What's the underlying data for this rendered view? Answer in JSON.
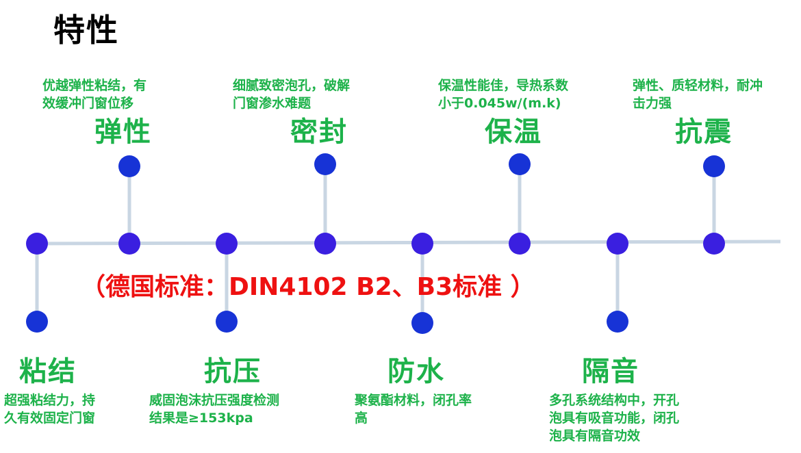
{
  "title": "特性",
  "standard": "（德国标准：DIN4102 B2、B3标准 ）",
  "top_features": [
    {
      "name": "弹性",
      "desc": [
        "优越弹性粘结，有",
        "效缓冲门窗位移"
      ]
    },
    {
      "name": "密封",
      "desc": [
        "细腻致密泡孔，破解",
        "门窗渗水难题"
      ]
    },
    {
      "name": "保温",
      "desc": [
        "保温性能佳，导热系数",
        "小于0.045w/(m.k)"
      ]
    },
    {
      "name": "抗震",
      "desc": [
        "弹性、质轻材料，耐冲",
        "击力强"
      ]
    }
  ],
  "bottom_features": [
    {
      "name": "粘结",
      "desc": [
        "超强粘结力，持",
        "久有效固定门窗"
      ]
    },
    {
      "name": "抗压",
      "desc": [
        "威固泡沫抗压强度检测",
        "结果是≥153kpa"
      ]
    },
    {
      "name": "防水",
      "desc": [
        "聚氨酯材料，闭孔率",
        "高"
      ]
    },
    {
      "name": "隔音",
      "desc": [
        "多孔系统结构中，开孔",
        "泡具有吸音功能，闭孔",
        "泡具有隔音功效"
      ]
    }
  ],
  "colors": {
    "line": "#c9d6e3",
    "node": "#1733d6",
    "node_main": "#3a1fe0",
    "feature_text": "#1db24a",
    "standard_text": "#ee1111"
  }
}
